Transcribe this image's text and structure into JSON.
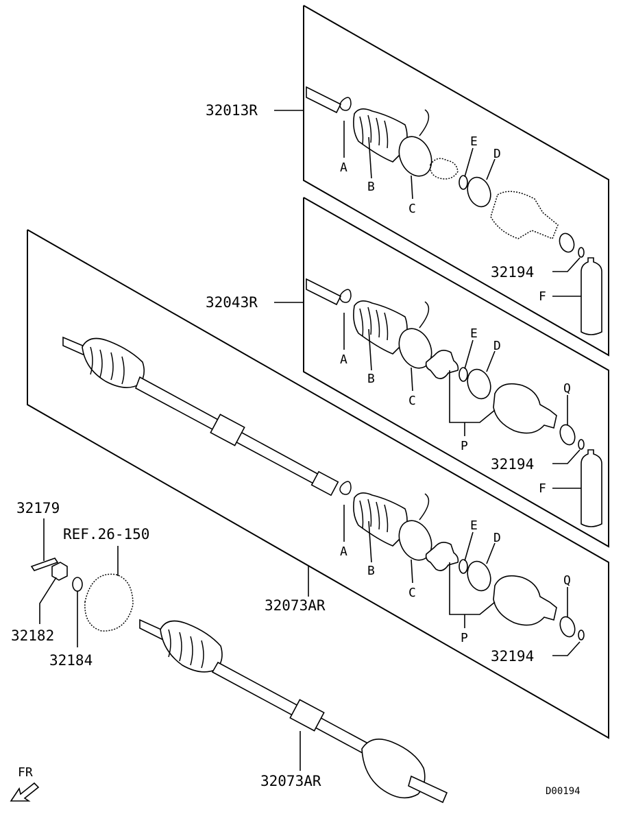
{
  "diagram": {
    "assembly_numbers": {
      "top": "32013R",
      "middle": "32043R",
      "lower_panel": "32073AR",
      "loose_shaft": "32073AR"
    },
    "kit_letters": [
      "A",
      "B",
      "C",
      "E",
      "D",
      "P",
      "Q",
      "F"
    ],
    "parts": {
      "circlip": "32194",
      "split_pin": "32179",
      "nut": "32182",
      "washer": "32184",
      "reference": "REF.26-150"
    },
    "direction_marker": "FR",
    "drawing_code": "D00194"
  }
}
